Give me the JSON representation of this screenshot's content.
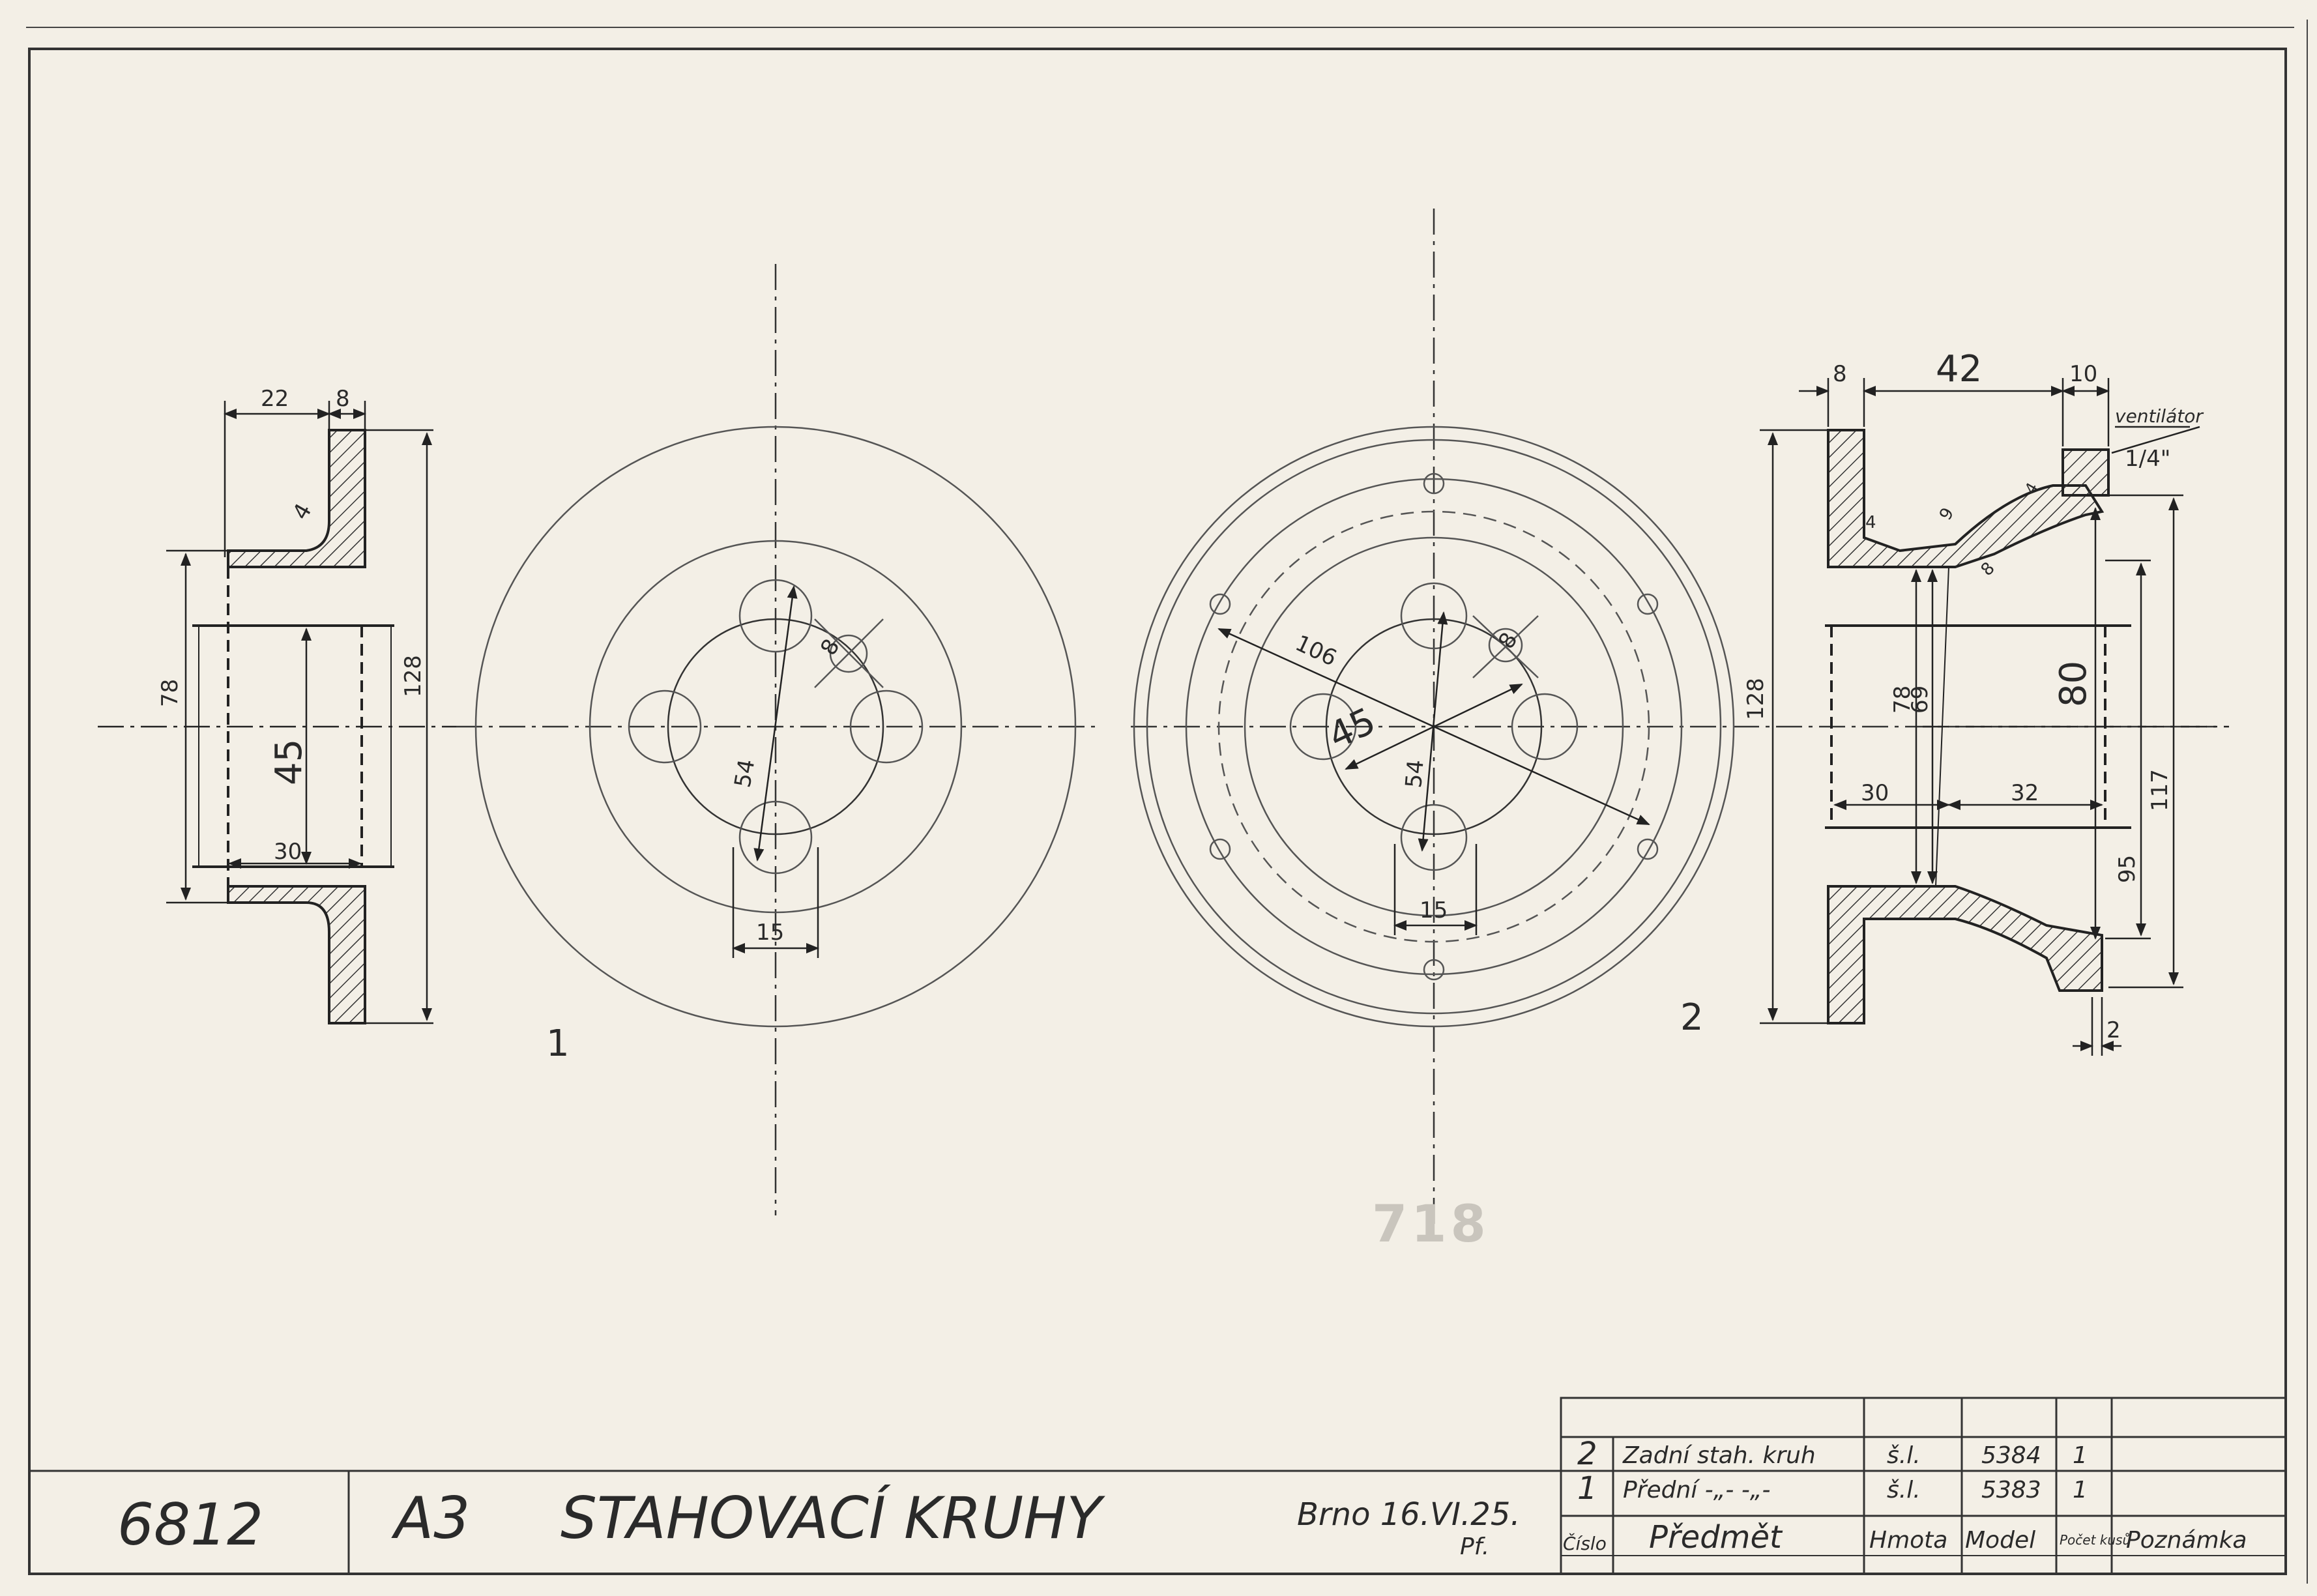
{
  "drawing": {
    "number": "6812",
    "format": "A3",
    "title": "STAHOVACÍ KRUHY",
    "date": "Brno 16.VI.25.",
    "initials": "Pf.",
    "stamp": "718",
    "part_labels": [
      "1",
      "2"
    ]
  },
  "parts_table": {
    "headers": {
      "cislo": "Číslo",
      "predmet": "Předmět",
      "hmota": "Hmota",
      "model": "Model",
      "pocet": "Počet kusů",
      "poznamka": "Poznámka"
    },
    "rows": [
      {
        "cislo": "2",
        "predmet": "Zadní stah. kruh",
        "hmota": "š.l.",
        "model": "5384",
        "pocet": "1"
      },
      {
        "cislo": "1",
        "predmet": "Přední -„- -„-",
        "hmota": "š.l.",
        "model": "5383",
        "pocet": "1"
      }
    ]
  },
  "part1": {
    "section_dims": {
      "d22": "22",
      "d8": "8",
      "r4": "4",
      "d78": "78",
      "d45": "45",
      "d30": "30",
      "d128": "128"
    },
    "view_dims": {
      "d54": "54",
      "d8": "8",
      "d15": "15"
    }
  },
  "part2": {
    "view_dims": {
      "d106": "106",
      "d45": "45",
      "d54": "54",
      "d8": "8",
      "d15": "15"
    },
    "section_dims": {
      "d8": "8",
      "d42": "42",
      "d10": "10",
      "ventilator": "ventilátor",
      "thread": "1/4\"",
      "r4": "4",
      "r9": "9",
      "r8": "8",
      "r4b": "4",
      "d128": "128",
      "d78": "78",
      "d69": "69",
      "d80": "80",
      "d30": "30",
      "d32": "32",
      "d117": "117",
      "d95": "95",
      "d2": "2"
    }
  }
}
